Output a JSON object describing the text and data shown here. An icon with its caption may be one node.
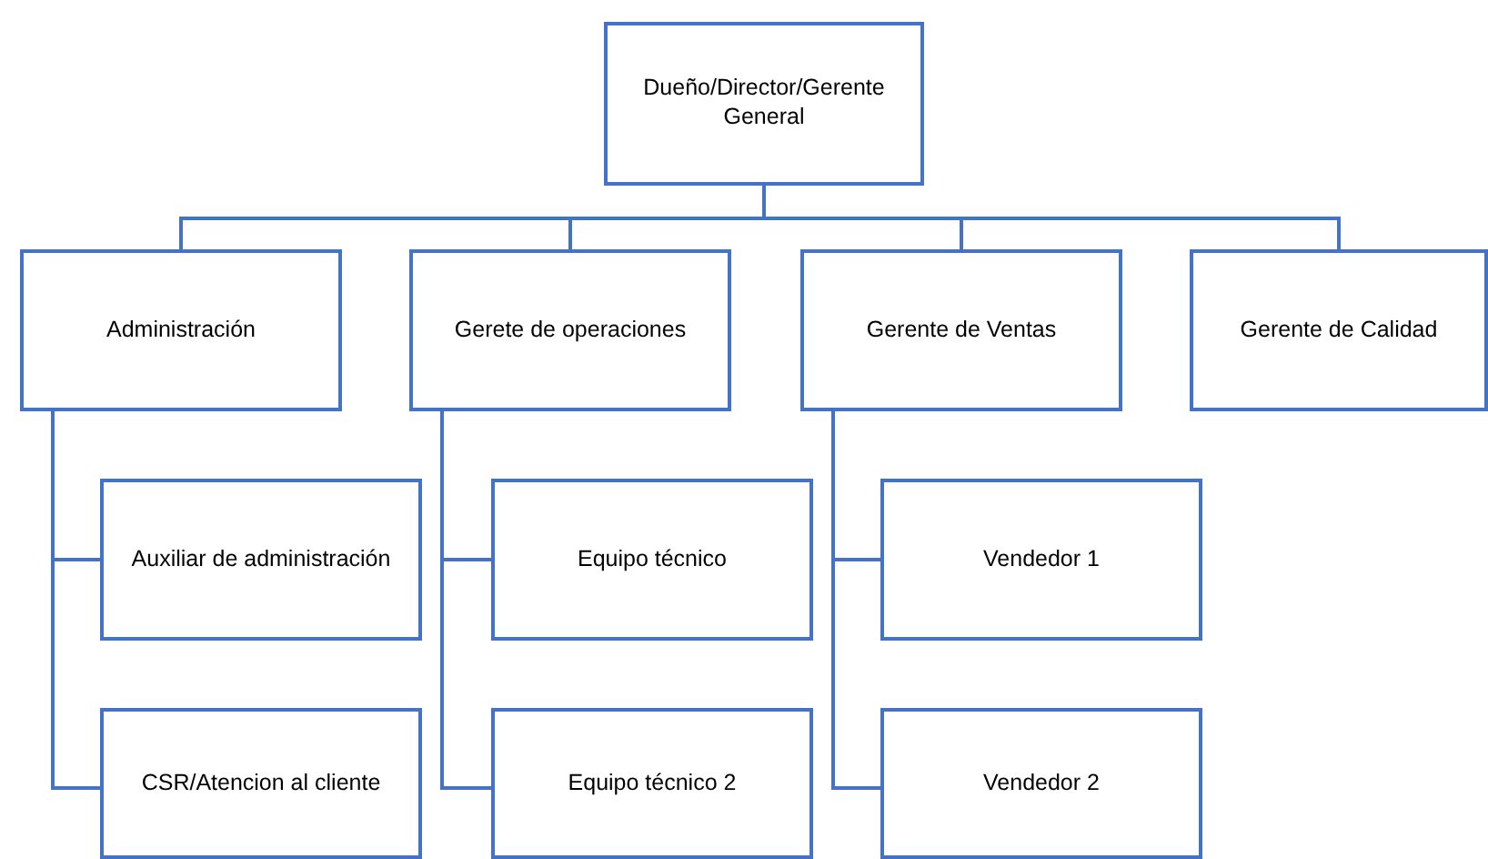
{
  "diagram": {
    "nodes": [
      {
        "text": [
          "Dueño/Director/Gerente General"
        ]
      },
      {
        "text": [
          "Administración"
        ]
      },
      {
        "text": [
          "Gerete de operaciones"
        ]
      },
      {
        "text": [
          "Gerente de Ventas"
        ]
      },
      {
        "text": [
          "Gerente de Calidad"
        ]
      },
      {
        "text": [
          "Auxiliar de administración"
        ]
      },
      {
        "text": [
          "Equipo técnico"
        ]
      },
      {
        "text": [
          "Vendedor 1"
        ]
      },
      {
        "text": [
          "CSR/Atencion al cliente"
        ]
      },
      {
        "text": [
          "Equipo técnico 2"
        ]
      },
      {
        "text": [
          "Vendedor 2"
        ]
      }
    ],
    "edges": [
      {
        "from": 0,
        "to": 1,
        "arrow": "none"
      },
      {
        "from": 0,
        "to": 2,
        "arrow": "none"
      },
      {
        "from": 0,
        "to": 3,
        "arrow": "none"
      },
      {
        "from": 0,
        "to": 4,
        "arrow": "none"
      },
      {
        "from": 1,
        "to": 5,
        "arrow": "none"
      },
      {
        "from": 1,
        "to": 8,
        "arrow": "none"
      },
      {
        "from": 2,
        "to": 6,
        "arrow": "none"
      },
      {
        "from": 2,
        "to": 9,
        "arrow": "none"
      },
      {
        "from": 3,
        "to": 7,
        "arrow": "none"
      },
      {
        "from": 3,
        "to": 10,
        "arrow": "none"
      }
    ]
  }
}
